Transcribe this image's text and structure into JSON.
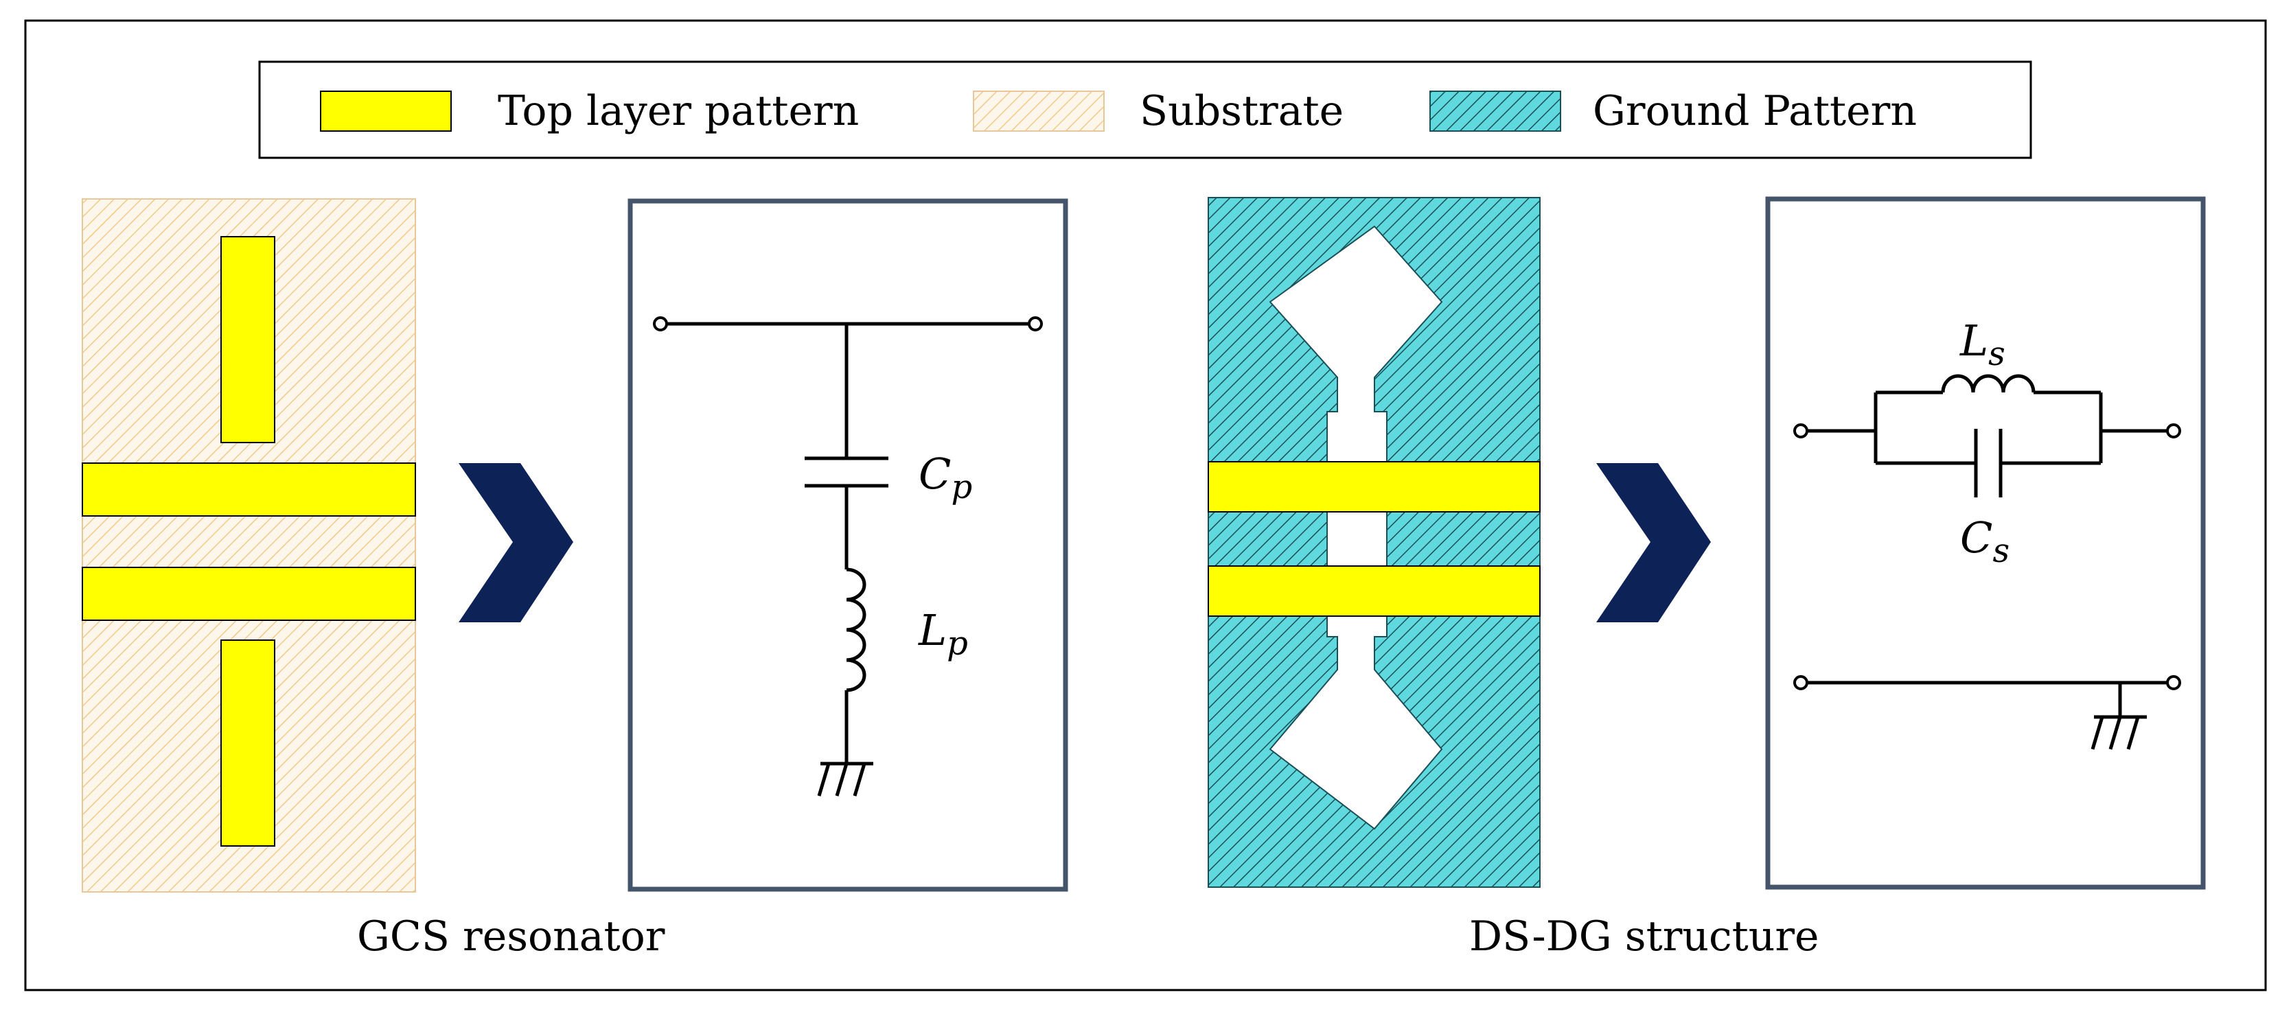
{
  "legend": {
    "items": [
      {
        "label": "Top layer pattern",
        "swatch": "top-layer",
        "color": "#ffff00"
      },
      {
        "label": "Substrate",
        "swatch": "substrate",
        "color": "#f2c98a"
      },
      {
        "label": "Ground Pattern",
        "swatch": "ground",
        "color": "#5fd9de"
      }
    ]
  },
  "left": {
    "caption": "GCS resonator",
    "circuit": {
      "capacitor": {
        "symbol": "C",
        "subscript": "p"
      },
      "inductor": {
        "symbol": "L",
        "subscript": "p"
      }
    }
  },
  "right": {
    "caption": "DS-DG structure",
    "circuit": {
      "inductor": {
        "symbol": "L",
        "subscript": "s"
      },
      "capacitor": {
        "symbol": "C",
        "subscript": "s"
      }
    }
  },
  "colors": {
    "frame": "#000000",
    "box_border": "#44546a",
    "arrow": "#0d2357",
    "top_layer": "#ffff00",
    "substrate_bg": "#fdf6ea",
    "substrate_hatch": "#f2c98a",
    "ground_bg": "#5fd9de",
    "ground_hatch": "#1a4f57"
  },
  "icons": [
    "chevron-right-icon",
    "ground-symbol-icon",
    "terminal-icon"
  ]
}
